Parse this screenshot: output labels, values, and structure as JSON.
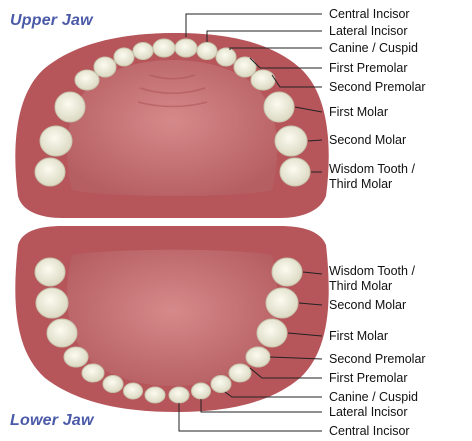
{
  "upper_jaw": {
    "title": "Upper Jaw",
    "labels": [
      "Central Incisor",
      "Lateral Incisor",
      "Canine / Cuspid",
      "First Premolar",
      "Second Premolar",
      "First Molar",
      "Second Molar",
      "Wisdom Tooth /",
      "Third Molar"
    ]
  },
  "lower_jaw": {
    "title": "Lower Jaw",
    "labels": [
      "Wisdom Tooth /",
      "Third Molar",
      "Second Molar",
      "First Molar",
      "Second Premolar",
      "First Premolar",
      "Canine / Cuspid",
      "Lateral Incisor",
      "Central Incisor"
    ]
  },
  "colors": {
    "gum": "#b6555a",
    "gum_dark": "#8e3a40",
    "palate": "#c77477",
    "tooth": "#f1f0e0",
    "tooth_edge": "#c9c6ae",
    "title": "#4b5aa8",
    "leader_line": "#222222"
  }
}
